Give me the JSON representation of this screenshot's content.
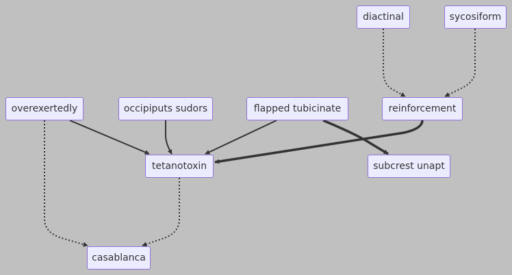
{
  "nodes": {
    "diactinal": "diactinal",
    "sycosiform": "sycosiform",
    "overexertedly": "overexertedly",
    "occipiputs_sudors": "occipiputs sudors",
    "flapped_tubicinate": "flapped tubicinate",
    "reinforcement": "reinforcement",
    "tetanotoxin": "tetanotoxin",
    "subcrest_unapt": "subcrest unapt",
    "casablanca": "casablanca"
  },
  "edges": [
    {
      "from": "diactinal",
      "to": "reinforcement",
      "style": "dotted"
    },
    {
      "from": "sycosiform",
      "to": "reinforcement",
      "style": "dotted"
    },
    {
      "from": "overexertedly",
      "to": "tetanotoxin",
      "style": "solid"
    },
    {
      "from": "occipiputs_sudors",
      "to": "tetanotoxin",
      "style": "solid"
    },
    {
      "from": "flapped_tubicinate",
      "to": "tetanotoxin",
      "style": "solid"
    },
    {
      "from": "reinforcement",
      "to": "tetanotoxin",
      "style": "thick"
    },
    {
      "from": "flapped_tubicinate",
      "to": "subcrest_unapt",
      "style": "thick"
    },
    {
      "from": "overexertedly",
      "to": "casablanca",
      "style": "dotted"
    },
    {
      "from": "tetanotoxin",
      "to": "casablanca",
      "style": "dotted"
    }
  ],
  "colors": {
    "background": "#c0c0c0",
    "node_fill": "#ececff",
    "node_border": "#9370db",
    "text": "#333333",
    "edge": "#333333"
  }
}
